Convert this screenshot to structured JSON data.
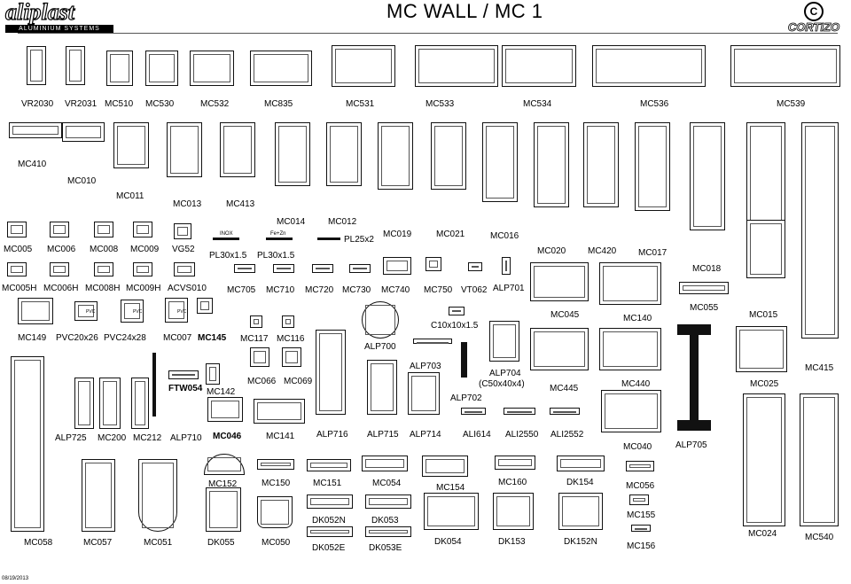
{
  "header": {
    "logo_left_word": "aliplast",
    "logo_left_sub": "ALUMINIUM SYSTEMS",
    "title": "MC WALL / MC   1",
    "logo_right_word": "CORTIZO"
  },
  "footer": {
    "date": "08/19/2013"
  },
  "profiles": {
    "vr2030": "VR2030",
    "vr2031": "VR2031",
    "mc510": "MC510",
    "mc530": "MC530",
    "mc532": "MC532",
    "mc835": "MC835",
    "mc531": "MC531",
    "mc533": "MC533",
    "mc534": "MC534",
    "mc536": "MC536",
    "mc539": "MC539",
    "mc410": "MC410",
    "mc010": "MC010",
    "mc011": "MC011",
    "mc013": "MC013",
    "mc413": "MC413",
    "mc014": "MC014",
    "mc012": "MC012",
    "mc019": "MC019",
    "mc021": "MC021",
    "mc016": "MC016",
    "mc020": "MC020",
    "mc420": "MC420",
    "mc017": "MC017",
    "mc018": "MC018",
    "mc005": "MC005",
    "mc006": "MC006",
    "mc008": "MC008",
    "mc009": "MC009",
    "vg52": "VG52",
    "pl30a": "PL30x1.5",
    "pl30b": "PL30x1.5",
    "pl25": "PL25x2",
    "inox": "INOX",
    "fezn": "Fe+Zn",
    "mc005h": "MC005H",
    "mc006h": "MC006H",
    "mc008h": "MC008H",
    "mc009h": "MC009H",
    "acvs010": "ACVS010",
    "mc705": "MC705",
    "mc710": "MC710",
    "mc720": "MC720",
    "mc730": "MC730",
    "mc740": "MC740",
    "mc750": "MC750",
    "vt062": "VT062",
    "alp701": "ALP701",
    "mc045": "MC045",
    "mc140": "MC140",
    "mc055": "MC055",
    "mc015": "MC015",
    "mc149": "MC149",
    "pvc2026": "PVC20x26",
    "pvc2428": "PVC24x28",
    "mc007": "MC007",
    "mc145": "MC145",
    "mc117": "MC117",
    "mc116": "MC116",
    "alp700": "ALP700",
    "c10": "C10x10x1.5",
    "alp703": "ALP703",
    "alp704": "ALP704",
    "alp704_sub": "(C50x40x4)",
    "alp702": "ALP702",
    "mc445": "MC445",
    "mc440": "MC440",
    "mc025": "MC025",
    "mc415": "MC415",
    "ftw054": "FTW054",
    "mc142": "MC142",
    "mc066": "MC066",
    "mc069": "MC069",
    "alp725": "ALP725",
    "mc200": "MC200",
    "mc212": "MC212",
    "alp710": "ALP710",
    "mc046": "MC046",
    "mc141": "MC141",
    "alp716": "ALP716",
    "alp715": "ALP715",
    "alp714": "ALP714",
    "ali614": "ALI614",
    "ali2550": "ALI2550",
    "ali2552": "ALI2552",
    "mc040": "MC040",
    "alp705": "ALP705",
    "mc152": "MC152",
    "mc150": "MC150",
    "mc151": "MC151",
    "mc054": "MC054",
    "mc154": "MC154",
    "mc160": "MC160",
    "dk154": "DK154",
    "mc056": "MC056",
    "mc155": "MC155",
    "dk052n": "DK052N",
    "dk053": "DK053",
    "mc058": "MC058",
    "mc057": "MC057",
    "mc051": "MC051",
    "dk055": "DK055",
    "mc050": "MC050",
    "dk052e": "DK052E",
    "dk053e": "DK053E",
    "dk054": "DK054",
    "dk153": "DK153",
    "dk152n": "DK152N",
    "mc156": "MC156",
    "mc024": "MC024",
    "mc540": "MC540",
    "pvc": "PVC"
  }
}
